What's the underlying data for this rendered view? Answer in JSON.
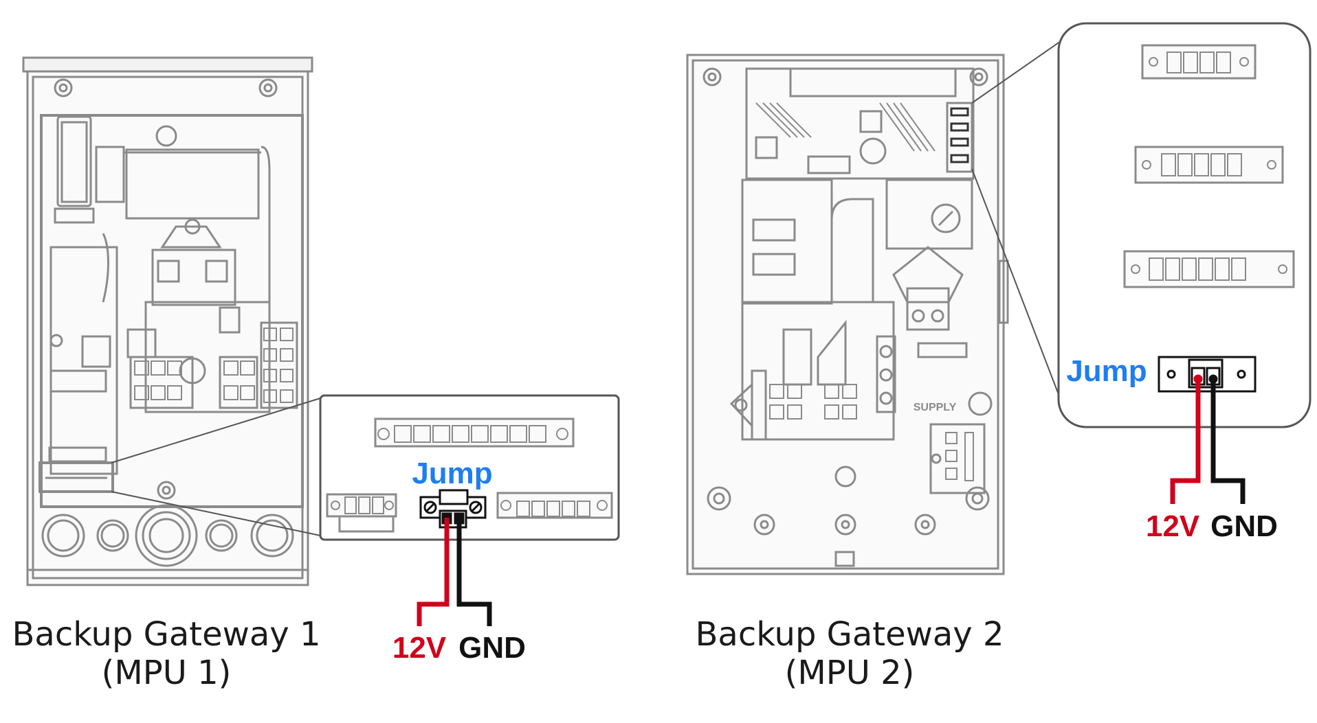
{
  "colors": {
    "jump_text": "#1e7ef0",
    "wire_12v": "#d0021b",
    "wire_gnd": "#111111",
    "line_art": "#8a8a8a"
  },
  "gateway1": {
    "caption_line1": "Backup Gateway 1",
    "caption_line2": "(MPU 1)",
    "jump_label": "Jump",
    "wire_12v_label": "12V",
    "wire_gnd_label": "GND"
  },
  "gateway2": {
    "caption_line1": "Backup Gateway 2",
    "caption_line2": "(MPU 2)",
    "jump_label": "Jump",
    "wire_12v_label": "12V",
    "wire_gnd_label": "GND",
    "panel_label": "SUPPLY"
  }
}
